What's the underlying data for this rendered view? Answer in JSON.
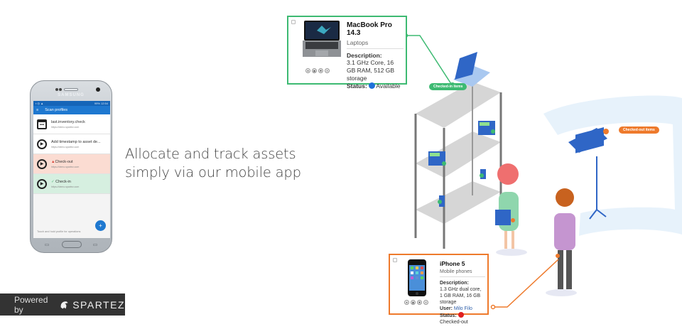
{
  "phone": {
    "brand": "SAMSUNG",
    "status_time": "12:54",
    "status_battery": "99%",
    "app_title": "Scan profiles",
    "profiles": [
      {
        "title": "last.inventory.check",
        "url": "https://demo.spartez.com",
        "icon": "calendar-icon",
        "state": "default"
      },
      {
        "title": "Add timestamp to asset de...",
        "url": "https://demo.spartez.com",
        "icon": "play-icon",
        "state": "default"
      },
      {
        "title": "Check-out",
        "url": "https://demo.spartez.com",
        "icon": "play-icon",
        "state": "checkout",
        "badge": "▲"
      },
      {
        "title": "Check-in",
        "url": "https://demo.spartez.com",
        "icon": "play-icon",
        "state": "checkin",
        "badge": "✓"
      }
    ],
    "hint": "Touch and hold profile for operations",
    "fab_label": "+"
  },
  "headline": {
    "line1": "Allocate and track assets",
    "line2": "simply via our mobile app"
  },
  "powered": {
    "prefix": "Powered by",
    "brand": "SPARTEZ"
  },
  "cards": {
    "checked_in": {
      "title": "MacBook Pro 14.3",
      "category": "Laptops",
      "description_label": "Description:",
      "description": "3.1 GHz Core, 16 GB RAM, 512 GB storage",
      "status_label": "Status:",
      "status": "Available",
      "status_color": "#1e6fd9",
      "border_color": "#3dba72"
    },
    "checked_out": {
      "title": "iPhone 5",
      "category": "Mobile phones",
      "description_label": "Description:",
      "description": "1.3 GHz dual core, 1 GB RAM, 16 GB storage",
      "user_label": "User:",
      "user": "Milo Filo",
      "status_label": "Status:",
      "status": "Checked-out",
      "status_color": "#e02020",
      "border_color": "#ee7a2c"
    }
  },
  "tags": {
    "checked_in": "Checked-in items",
    "checked_out": "Checked-out items"
  }
}
